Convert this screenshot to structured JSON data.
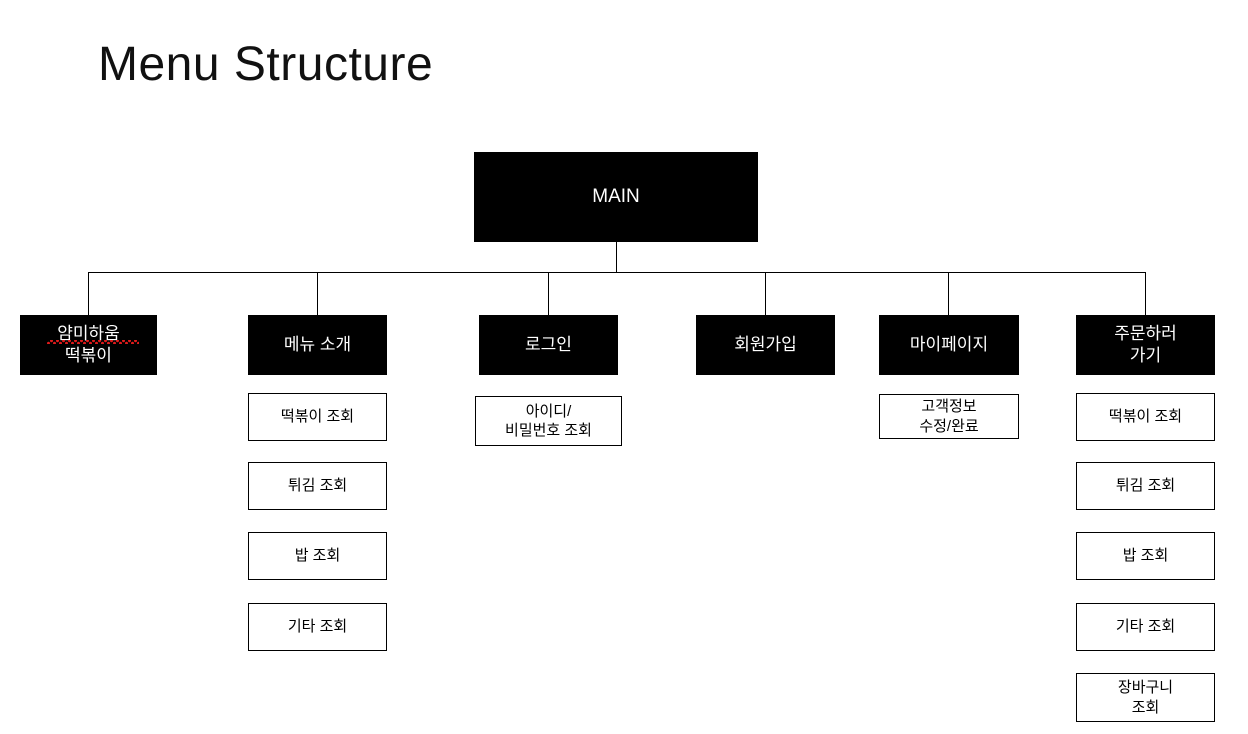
{
  "page": {
    "title": "Menu Structure",
    "background_color": "#ffffff",
    "node_fill_color": "#000000",
    "node_text_color_filled": "#ffffff",
    "node_text_color_outlined": "#000000",
    "connector_color": "#000000",
    "spellcheck_underline_color": "#e01b1b"
  },
  "diagram_data": {
    "type": "tree",
    "root": "MAIN",
    "levels": 3,
    "root_node": {
      "label": "MAIN",
      "style": "filled"
    },
    "branches": [
      {
        "label": "얌미하움\n떡볶이",
        "style": "filled",
        "spellcheck_underline": true,
        "children": []
      },
      {
        "label": "메뉴 소개",
        "style": "filled",
        "spellcheck_underline": false,
        "children": [
          {
            "label": "떡볶이 조회",
            "style": "outlined"
          },
          {
            "label": "튀김 조회",
            "style": "outlined"
          },
          {
            "label": "밥 조회",
            "style": "outlined"
          },
          {
            "label": "기타 조회",
            "style": "outlined"
          }
        ]
      },
      {
        "label": "로그인",
        "style": "filled",
        "spellcheck_underline": false,
        "children": [
          {
            "label": "아이디/\n비밀번호 조회",
            "style": "outlined"
          }
        ]
      },
      {
        "label": "회원가입",
        "style": "filled",
        "spellcheck_underline": false,
        "children": []
      },
      {
        "label": "마이페이지",
        "style": "filled",
        "spellcheck_underline": false,
        "children": [
          {
            "label": "고객정보\n수정/완료",
            "style": "outlined"
          }
        ]
      },
      {
        "label": "주문하러\n가기",
        "style": "filled",
        "spellcheck_underline": false,
        "children": [
          {
            "label": "떡볶이 조회",
            "style": "outlined"
          },
          {
            "label": "튀김 조회",
            "style": "outlined"
          },
          {
            "label": "밥 조회",
            "style": "outlined"
          },
          {
            "label": "기타 조회",
            "style": "outlined"
          },
          {
            "label": "장바구니\n조회",
            "style": "outlined"
          }
        ]
      }
    ]
  }
}
